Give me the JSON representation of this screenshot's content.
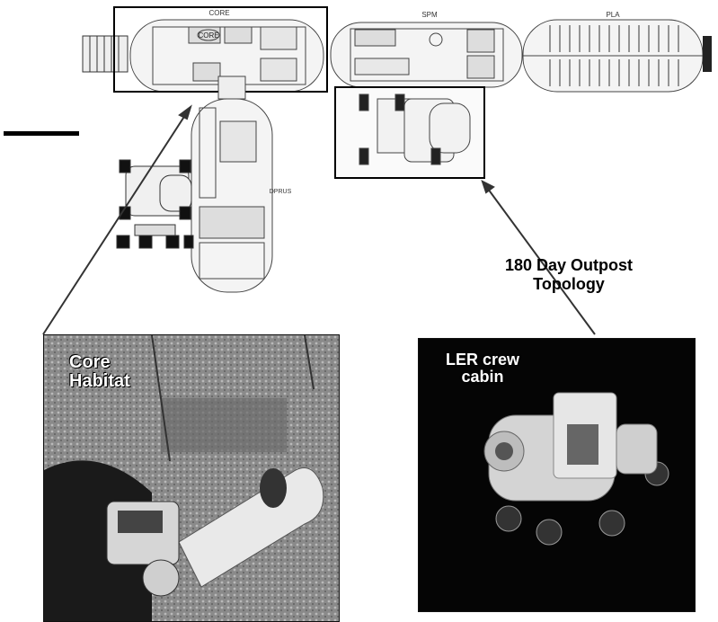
{
  "diagram": {
    "module_labels": {
      "core": "CORE",
      "spm": "SPM",
      "pla": "PLA"
    },
    "core_inner_label": "CORE",
    "lower_module_label": "DPRUS"
  },
  "captions": {
    "topology_line1": "180 Day Outpost",
    "topology_line2": "Topology"
  },
  "photos": {
    "left_label_line1": "Core",
    "left_label_line2": "Habitat",
    "right_label_line1": "LER crew",
    "right_label_line2": "cabin"
  },
  "colors": {
    "line": "#111111",
    "photo_dark": "#050505",
    "terrain": "#8a8a8a"
  }
}
